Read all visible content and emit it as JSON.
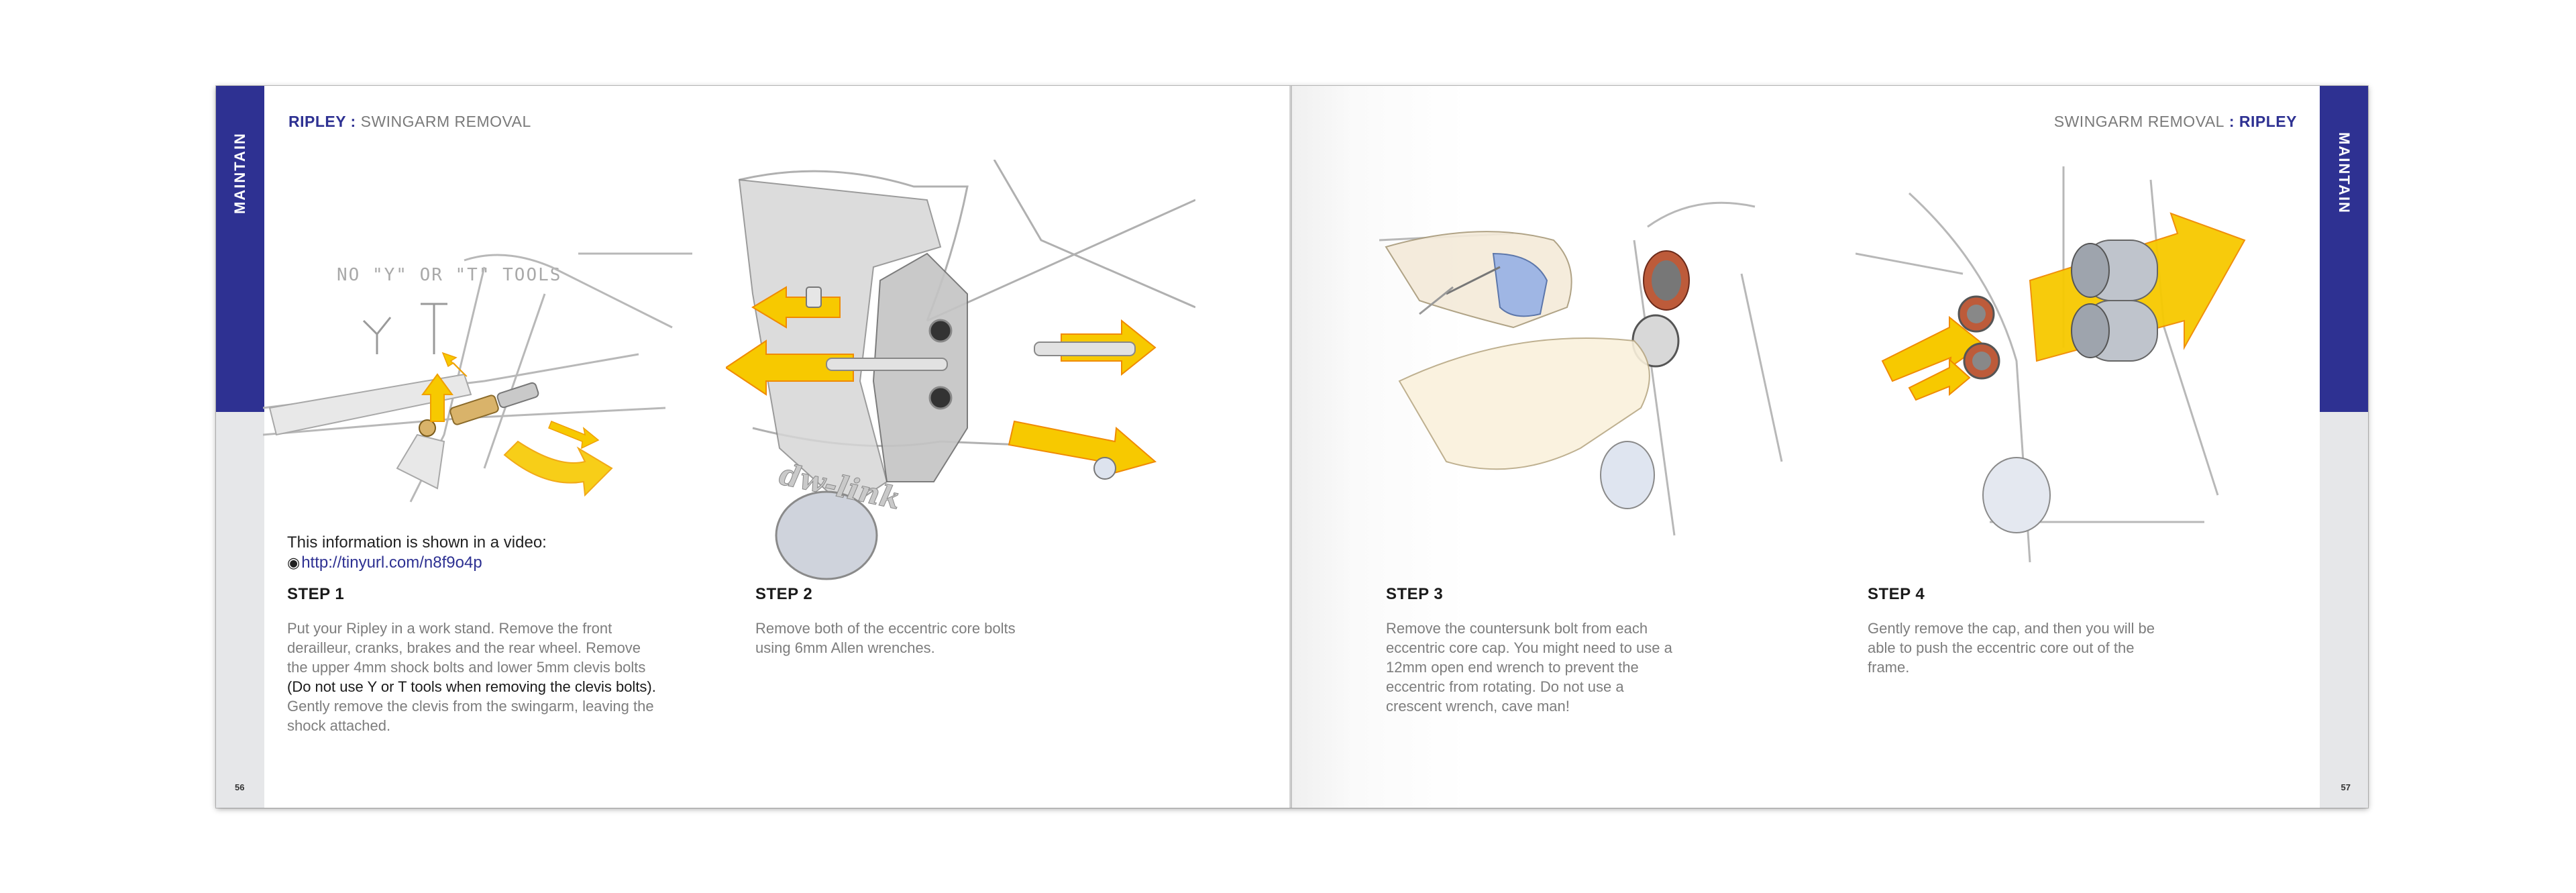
{
  "left_page": {
    "tab_label": "MAINTAIN",
    "running_head": {
      "brand": "RIPLEY",
      "separator": " : ",
      "section": "SWINGARM REMOVAL"
    },
    "folio": "56",
    "tools_note": "NO \"Y\" OR \"T\" TOOLS",
    "frame_logo": "dw-link",
    "video_note": {
      "intro": "This information is shown in a video:",
      "url": "http://tinyurl.com/n8f9o4p"
    },
    "step1": {
      "title": "STEP 1",
      "text_a": "Put your Ripley in a work stand. Remove the front derailleur, cranks, brakes and the rear wheel. Remove the upper 4mm shock bolts and lower 5mm clevis bolts ",
      "text_bold": "(Do not use Y or T tools when removing the clevis bolts).",
      "text_b": " Gently remove the clevis from the swingarm, leaving the shock attached."
    },
    "step2": {
      "title": "STEP 2",
      "text": "Remove both of the eccentric core bolts using 6mm Allen wrenches."
    }
  },
  "right_page": {
    "tab_label": "MAINTAIN",
    "running_head": {
      "section": "SWINGARM REMOVAL",
      "separator": " : ",
      "brand": "RIPLEY"
    },
    "folio": "57",
    "step3": {
      "title": "STEP 3",
      "text": "Remove the countersunk bolt from each eccentric core cap. You might need to use a 12mm open end wrench to prevent the eccentric from rotating. Do not use a crescent wrench, cave man!"
    },
    "step4": {
      "title": "STEP 4",
      "text": "Gently remove the cap, and then you will be able to push the eccentric core out of the frame."
    }
  },
  "colors": {
    "brand_blue": "#2e3192",
    "arrow_yellow": "#f7c900",
    "tab_grey": "#e6e7e9",
    "body_grey": "#7d7d7d"
  }
}
